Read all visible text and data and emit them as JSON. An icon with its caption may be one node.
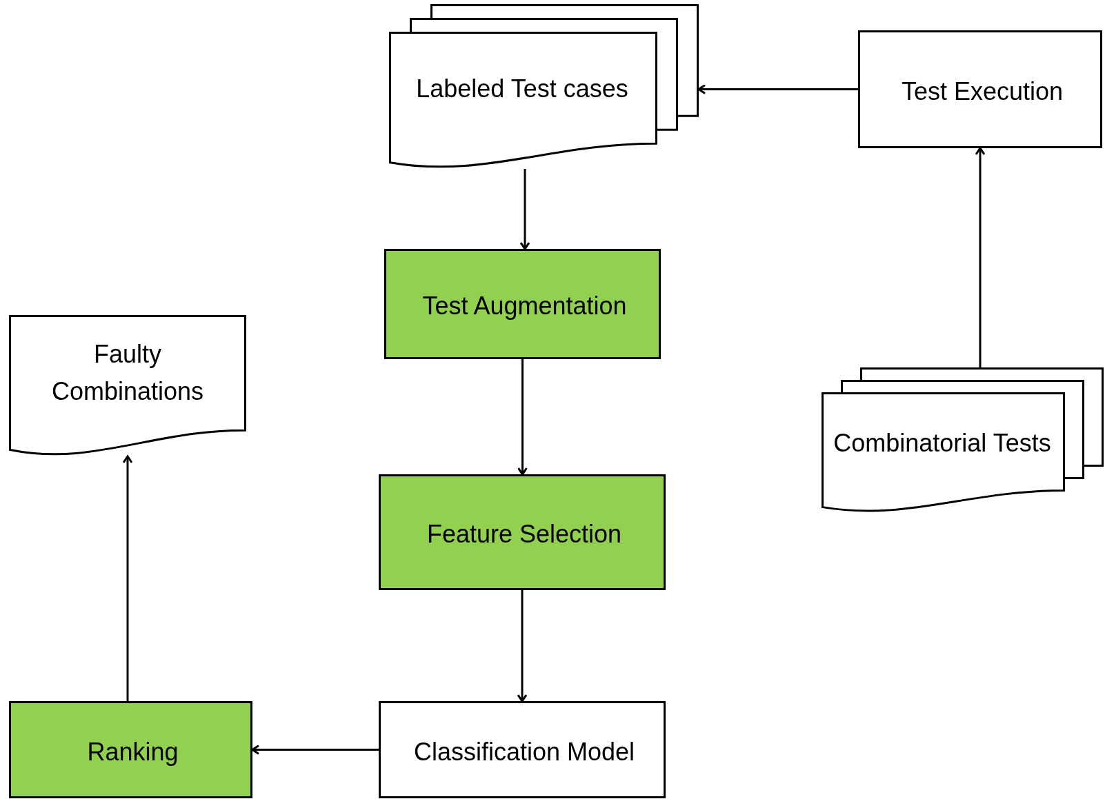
{
  "diagram": {
    "nodes": [
      {
        "text": [
          "Labeled Test cases"
        ]
      },
      {
        "text": [
          "Test Execution"
        ]
      },
      {
        "text": [
          "Test Augmentation"
        ]
      },
      {
        "text": [
          "Faulty Combinations"
        ]
      },
      {
        "text": [
          "Combinatorial Tests"
        ]
      },
      {
        "text": [
          "Feature Selection"
        ]
      },
      {
        "text": [
          "Ranking"
        ]
      },
      {
        "text": [
          "Classification Model"
        ]
      }
    ],
    "edges": [
      {
        "from": 1,
        "to": 0,
        "arrow": "to"
      },
      {
        "from": 4,
        "to": 1,
        "arrow": "to"
      },
      {
        "from": 0,
        "to": 2,
        "arrow": "to"
      },
      {
        "from": 2,
        "to": 5,
        "arrow": "to"
      },
      {
        "from": 5,
        "to": 7,
        "arrow": "to"
      },
      {
        "from": 7,
        "to": 6,
        "arrow": "to"
      },
      {
        "from": 6,
        "to": 3,
        "arrow": "to"
      }
    ]
  }
}
